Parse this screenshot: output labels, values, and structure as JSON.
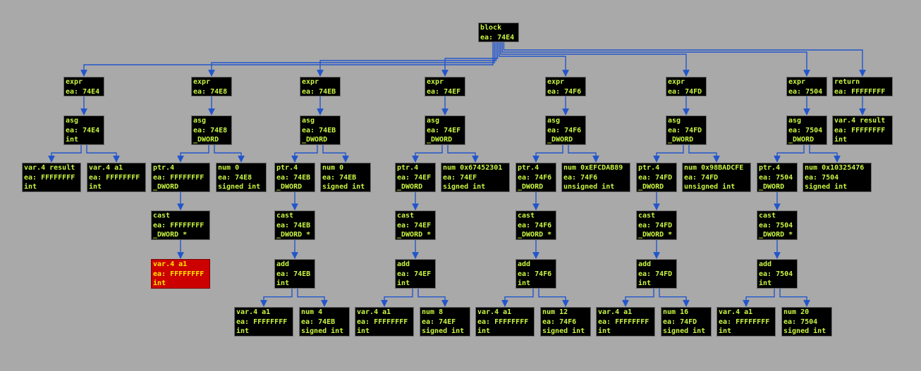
{
  "colors": {
    "background": "#a9a9a9",
    "node_fill": "#000000",
    "node_text": "#c8f542",
    "highlight_fill": "#cc0000",
    "highlight_text": "#ffe800",
    "edge": "#2255cc"
  },
  "nodes": [
    {
      "id": "block",
      "lines": [
        "block",
        "ea: 74E4"
      ]
    },
    {
      "id": "expr1",
      "lines": [
        "expr",
        "ea: 74E4"
      ]
    },
    {
      "id": "asg1",
      "lines": [
        "asg",
        "ea: 74E4",
        "int"
      ]
    },
    {
      "id": "var_result1",
      "lines": [
        "var.4 result",
        "ea: FFFFFFFF",
        "int"
      ]
    },
    {
      "id": "var_a1_1",
      "lines": [
        "var.4 a1",
        "ea: FFFFFFFF",
        "int"
      ]
    },
    {
      "id": "expr2",
      "lines": [
        "expr",
        "ea: 74E8"
      ]
    },
    {
      "id": "asg2",
      "lines": [
        "asg",
        "ea: 74E8",
        "_DWORD"
      ]
    },
    {
      "id": "ptr2",
      "lines": [
        "ptr.4",
        "ea: FFFFFFFF",
        "_DWORD"
      ]
    },
    {
      "id": "num2",
      "lines": [
        "num 0",
        "ea: 74E8",
        "signed int"
      ]
    },
    {
      "id": "cast2",
      "lines": [
        "cast",
        "ea: FFFFFFFF",
        "_DWORD *"
      ]
    },
    {
      "id": "var_a1_2",
      "lines": [
        "var.4 a1",
        "ea: FFFFFFFF",
        "int"
      ],
      "highlight": true
    },
    {
      "id": "expr3",
      "lines": [
        "expr",
        "ea: 74EB"
      ]
    },
    {
      "id": "asg3",
      "lines": [
        "asg",
        "ea: 74EB",
        "_DWORD"
      ]
    },
    {
      "id": "ptr3",
      "lines": [
        "ptr.4",
        "ea: 74EB",
        "_DWORD"
      ]
    },
    {
      "id": "num3",
      "lines": [
        "num 0",
        "ea: 74EB",
        "signed int"
      ]
    },
    {
      "id": "cast3",
      "lines": [
        "cast",
        "ea: 74EB",
        "_DWORD *"
      ]
    },
    {
      "id": "add3",
      "lines": [
        "add",
        "ea: 74EB",
        "int"
      ]
    },
    {
      "id": "var_a1_3",
      "lines": [
        "var.4 a1",
        "ea: FFFFFFFF",
        "int"
      ]
    },
    {
      "id": "num3b",
      "lines": [
        "num 4",
        "ea: 74EB",
        "signed int"
      ]
    },
    {
      "id": "expr4",
      "lines": [
        "expr",
        "ea: 74EF"
      ]
    },
    {
      "id": "asg4",
      "lines": [
        "asg",
        "ea: 74EF",
        "_DWORD"
      ]
    },
    {
      "id": "ptr4",
      "lines": [
        "ptr.4",
        "ea: 74EF",
        "_DWORD"
      ]
    },
    {
      "id": "num4",
      "lines": [
        "num 0x67452301",
        "ea: 74EF",
        "signed int"
      ]
    },
    {
      "id": "cast4",
      "lines": [
        "cast",
        "ea: 74EF",
        "_DWORD *"
      ]
    },
    {
      "id": "add4",
      "lines": [
        "add",
        "ea: 74EF",
        "int"
      ]
    },
    {
      "id": "var_a1_4",
      "lines": [
        "var.4 a1",
        "ea: FFFFFFFF",
        "int"
      ]
    },
    {
      "id": "num4b",
      "lines": [
        "num 8",
        "ea: 74EF",
        "signed int"
      ]
    },
    {
      "id": "expr5",
      "lines": [
        "expr",
        "ea: 74F6"
      ]
    },
    {
      "id": "asg5",
      "lines": [
        "asg",
        "ea: 74F6",
        "_DWORD"
      ]
    },
    {
      "id": "ptr5",
      "lines": [
        "ptr.4",
        "ea: 74F6",
        "_DWORD"
      ]
    },
    {
      "id": "num5",
      "lines": [
        "num 0xEFCDAB89",
        "ea: 74F6",
        "unsigned int"
      ]
    },
    {
      "id": "cast5",
      "lines": [
        "cast",
        "ea: 74F6",
        "_DWORD *"
      ]
    },
    {
      "id": "add5",
      "lines": [
        "add",
        "ea: 74F6",
        "int"
      ]
    },
    {
      "id": "var_a1_5",
      "lines": [
        "var.4 a1",
        "ea: FFFFFFFF",
        "int"
      ]
    },
    {
      "id": "num5b",
      "lines": [
        "num 12",
        "ea: 74F6",
        "signed int"
      ]
    },
    {
      "id": "expr6",
      "lines": [
        "expr",
        "ea: 74FD"
      ]
    },
    {
      "id": "asg6",
      "lines": [
        "asg",
        "ea: 74FD",
        "_DWORD"
      ]
    },
    {
      "id": "ptr6",
      "lines": [
        "ptr.4",
        "ea: 74FD",
        "_DWORD"
      ]
    },
    {
      "id": "num6",
      "lines": [
        "num 0x98BADCFE",
        "ea: 74FD",
        "unsigned int"
      ]
    },
    {
      "id": "cast6",
      "lines": [
        "cast",
        "ea: 74FD",
        "_DWORD *"
      ]
    },
    {
      "id": "add6",
      "lines": [
        "add",
        "ea: 74FD",
        "int"
      ]
    },
    {
      "id": "var_a1_6",
      "lines": [
        "var.4 a1",
        "ea: FFFFFFFF",
        "int"
      ]
    },
    {
      "id": "num6b",
      "lines": [
        "num 16",
        "ea: 74FD",
        "signed int"
      ]
    },
    {
      "id": "expr7",
      "lines": [
        "expr",
        "ea: 7504"
      ]
    },
    {
      "id": "asg7",
      "lines": [
        "asg",
        "ea: 7504",
        "_DWORD"
      ]
    },
    {
      "id": "ptr7",
      "lines": [
        "ptr.4",
        "ea: 7504",
        "_DWORD"
      ]
    },
    {
      "id": "num7",
      "lines": [
        "num 0x10325476",
        "ea: 7504",
        "signed int"
      ]
    },
    {
      "id": "cast7",
      "lines": [
        "cast",
        "ea: 7504",
        "_DWORD *"
      ]
    },
    {
      "id": "add7",
      "lines": [
        "add",
        "ea: 7504",
        "int"
      ]
    },
    {
      "id": "var_a1_7",
      "lines": [
        "var.4 a1",
        "ea: FFFFFFFF",
        "int"
      ]
    },
    {
      "id": "num7b",
      "lines": [
        "num 20",
        "ea: 7504",
        "signed int"
      ]
    },
    {
      "id": "return8",
      "lines": [
        "return",
        "ea: FFFFFFFF"
      ]
    },
    {
      "id": "var_result8",
      "lines": [
        "var.4 result",
        "ea: FFFFFFFF",
        "int"
      ]
    }
  ],
  "edges": [
    [
      "block",
      "expr1"
    ],
    [
      "block",
      "expr2"
    ],
    [
      "block",
      "expr3"
    ],
    [
      "block",
      "expr4"
    ],
    [
      "block",
      "expr5"
    ],
    [
      "block",
      "expr6"
    ],
    [
      "block",
      "expr7"
    ],
    [
      "block",
      "return8"
    ],
    [
      "expr1",
      "asg1"
    ],
    [
      "asg1",
      "var_result1"
    ],
    [
      "asg1",
      "var_a1_1"
    ],
    [
      "expr2",
      "asg2"
    ],
    [
      "asg2",
      "ptr2"
    ],
    [
      "asg2",
      "num2"
    ],
    [
      "ptr2",
      "cast2"
    ],
    [
      "cast2",
      "var_a1_2"
    ],
    [
      "expr3",
      "asg3"
    ],
    [
      "asg3",
      "ptr3"
    ],
    [
      "asg3",
      "num3"
    ],
    [
      "ptr3",
      "cast3"
    ],
    [
      "cast3",
      "add3"
    ],
    [
      "add3",
      "var_a1_3"
    ],
    [
      "add3",
      "num3b"
    ],
    [
      "expr4",
      "asg4"
    ],
    [
      "asg4",
      "ptr4"
    ],
    [
      "asg4",
      "num4"
    ],
    [
      "ptr4",
      "cast4"
    ],
    [
      "cast4",
      "add4"
    ],
    [
      "add4",
      "var_a1_4"
    ],
    [
      "add4",
      "num4b"
    ],
    [
      "expr5",
      "asg5"
    ],
    [
      "asg5",
      "ptr5"
    ],
    [
      "asg5",
      "num5"
    ],
    [
      "ptr5",
      "cast5"
    ],
    [
      "cast5",
      "add5"
    ],
    [
      "add5",
      "var_a1_5"
    ],
    [
      "add5",
      "num5b"
    ],
    [
      "expr6",
      "asg6"
    ],
    [
      "asg6",
      "ptr6"
    ],
    [
      "asg6",
      "num6"
    ],
    [
      "ptr6",
      "cast6"
    ],
    [
      "cast6",
      "add6"
    ],
    [
      "add6",
      "var_a1_6"
    ],
    [
      "add6",
      "num6b"
    ],
    [
      "expr7",
      "asg7"
    ],
    [
      "asg7",
      "ptr7"
    ],
    [
      "asg7",
      "num7"
    ],
    [
      "ptr7",
      "cast7"
    ],
    [
      "cast7",
      "add7"
    ],
    [
      "add7",
      "var_a1_7"
    ],
    [
      "add7",
      "num7b"
    ],
    [
      "return8",
      "var_result8"
    ]
  ]
}
